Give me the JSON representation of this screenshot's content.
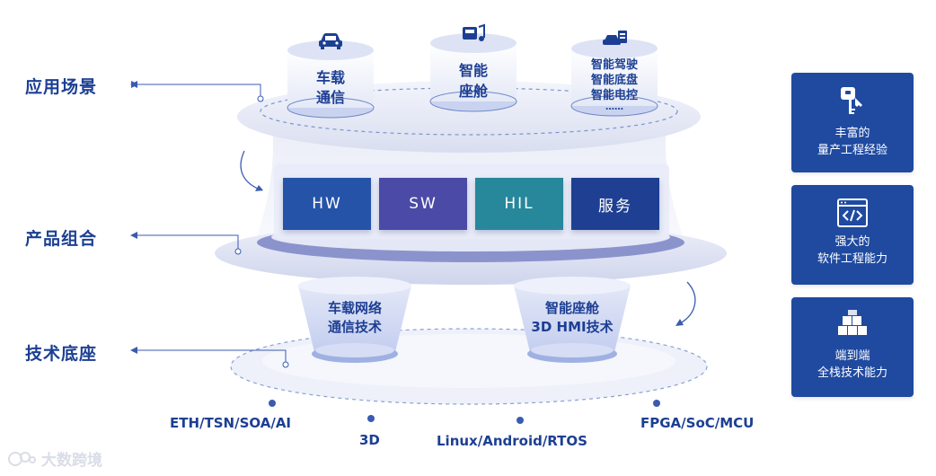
{
  "layers": {
    "application": "应用场景",
    "product": "产品组合",
    "tech": "技术底座"
  },
  "apps": [
    {
      "lines": [
        "车载",
        "通信"
      ],
      "icon": "car-icon"
    },
    {
      "lines": [
        "智能",
        "座舱"
      ],
      "icon": "music-note-icon"
    },
    {
      "lines": [
        "智能驾驶",
        "智能底盘",
        "智能电控",
        "……"
      ],
      "icon": "car-dashboard-icon"
    }
  ],
  "products": [
    {
      "label": "HW",
      "color": "#2553a8"
    },
    {
      "label": "SW",
      "color": "#4b4aa6"
    },
    {
      "label": "HIL",
      "color": "#27879b"
    },
    {
      "label": "服务",
      "color": "#1e3f92"
    }
  ],
  "tech_pillars": [
    {
      "lines": [
        "车载网络",
        "通信技术"
      ]
    },
    {
      "lines": [
        "智能座舱",
        "3D HMI技术"
      ]
    }
  ],
  "tech_labels": [
    "ETH/TSN/SOA/AI",
    "3D",
    "Linux/Android/RTOS",
    "FPGA/SoC/MCU"
  ],
  "side_cards": [
    {
      "lines": [
        "丰富的",
        "量产工程经验"
      ],
      "icon": "key-icon"
    },
    {
      "lines": [
        "强大的",
        "软件工程能力"
      ],
      "icon": "code-window-icon"
    },
    {
      "lines": [
        "端到端",
        "全栈技术能力"
      ],
      "icon": "cubes-icon"
    }
  ],
  "watermark": "大数跨境",
  "colors": {
    "primary": "#1d3f93",
    "card": "#1f4aa0"
  }
}
